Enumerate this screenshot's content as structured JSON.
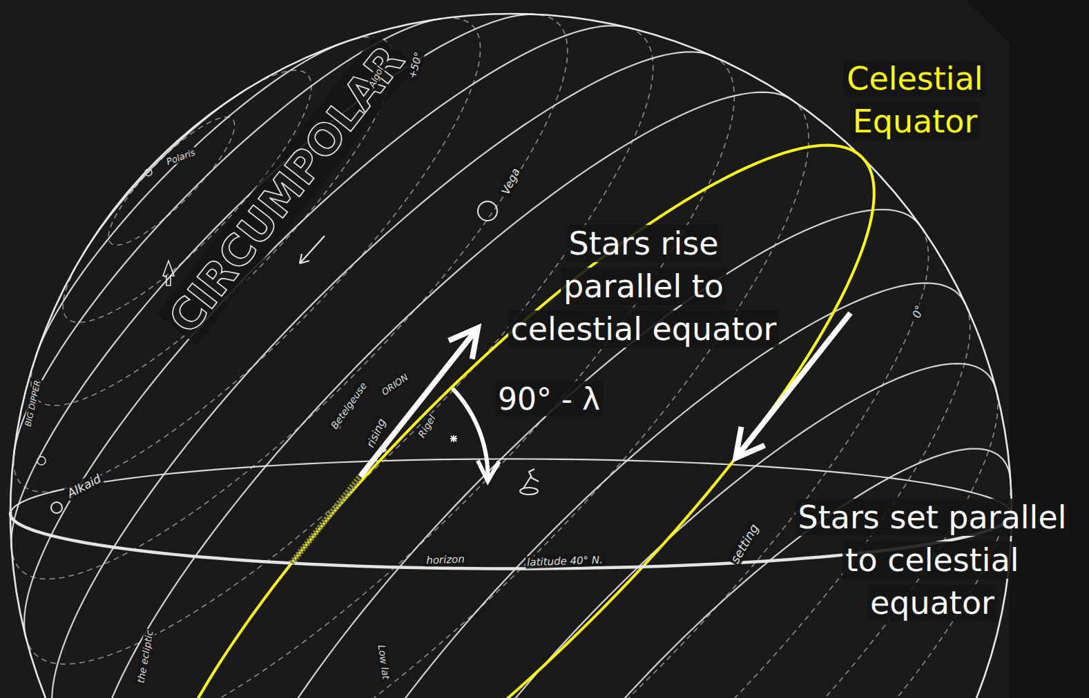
{
  "diagram": {
    "labels": [
      "Celestial Equator",
      "Polaris",
      "CIRCUMPOLAR",
      "Algol",
      "+50°",
      "Vega",
      "Stars rise parallel to celestial equator",
      "90° - λ",
      "BIG DIPPER",
      "Betelgeuse",
      "ORION",
      "rising",
      "Rigel",
      "0°",
      "Alkaid",
      "Stars set parallel to celestial equator",
      "setting",
      "horizon",
      "latitude 40° N.",
      "the ecliptic",
      "Low lat"
    ]
  }
}
